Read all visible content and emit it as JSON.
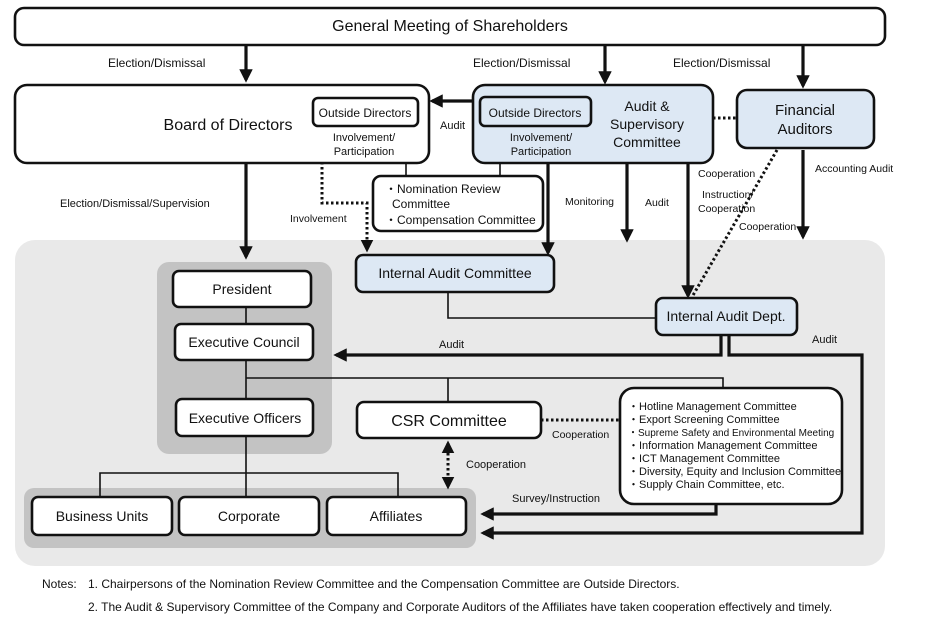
{
  "nodes": {
    "shareholders": "General Meeting of Shareholders",
    "board": "Board of Directors",
    "board_outside": "Outside Directors",
    "asc_outside": "Outside Directors",
    "asc_lines": [
      "Audit &",
      "Supervisory",
      "Committee"
    ],
    "financial_lines": [
      "Financial",
      "Auditors"
    ],
    "nomination_lines": [
      "・Nomination Review",
      "Committee",
      "・Compensation Committee"
    ],
    "internal_audit_committee": "Internal Audit Committee",
    "internal_audit_dept": "Internal Audit Dept.",
    "president": "President",
    "executive_council": "Executive Council",
    "executive_officers": "Executive Officers",
    "csr_committee": "CSR Committee",
    "business_units": "Business Units",
    "corporate": "Corporate",
    "affiliates": "Affiliates",
    "committees_list": [
      "・Hotline Management Committee",
      "・Export Screening Committee",
      "・Supreme Safety and Environmental Meeting",
      "・Information Management Committee",
      "・ICT Management Committee",
      "・Diversity, Equity and Inclusion Committee",
      "・Supply Chain Committee, etc."
    ]
  },
  "labels": {
    "election_board": "Election/Dismissal",
    "election_asc": "Election/Dismissal",
    "election_financial": "Election/Dismissal",
    "audit_board": "Audit",
    "involvement_participation_board": [
      "Involvement/",
      "Participation"
    ],
    "involvement_participation_asc": [
      "Involvement/",
      "Participation"
    ],
    "election_supervision": "Election/Dismissal/Supervision",
    "involvement": "Involvement",
    "monitoring": "Monitoring",
    "audit_asc": "Audit",
    "cooperation_top": "Cooperation",
    "instruction_cooperation": [
      "Instruction/",
      "Cooperation"
    ],
    "cooperation_financial": "Cooperation",
    "accounting_audit": "Accounting Audit",
    "audit_exec": "Audit",
    "audit_right": "Audit",
    "cooperation_csr": "Cooperation",
    "cooperation_vertical": "Cooperation",
    "survey_instruction": "Survey/Instruction"
  },
  "notes": {
    "prefix": "Notes:",
    "items": [
      "1. Chairpersons of the Nomination Review Committee and the Compensation Committee are Outside Directors.",
      "2. The Audit & Supervisory Committee of the Company and Corporate Auditors of the Affiliates have taken cooperation effectively and timely."
    ]
  },
  "colors": {
    "committee_fill": "#dde8f4",
    "group_bg": "#e9e9e9",
    "exec_group_bg": "#c3c3c3"
  }
}
